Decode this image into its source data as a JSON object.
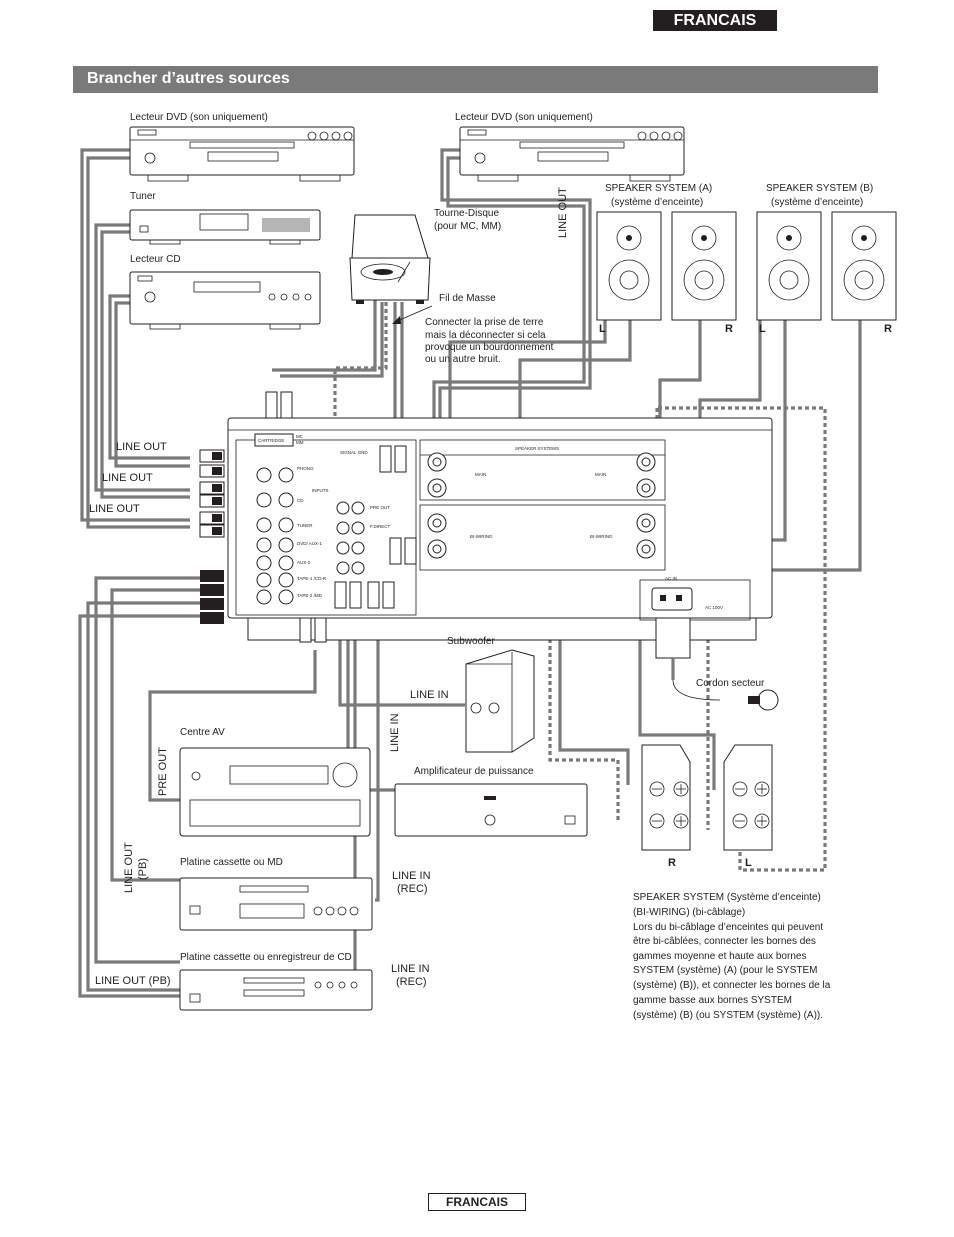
{
  "header": {
    "language_tab": "FRANCAIS"
  },
  "section": {
    "title": "Brancher d’autres sources"
  },
  "footer": {
    "language": "FRANCAIS"
  },
  "devices": {
    "dvd_left": "Lecteur DVD (son uniquement)",
    "dvd_right": "Lecteur DVD (son uniquement)",
    "tuner": "Tuner",
    "cd": "Lecteur CD",
    "turntable_line1": "Tourne-Disque",
    "turntable_line2": "(pour MC, MM)",
    "ground_wire": "Fil de Masse",
    "ground_note": [
      "Connecter la prise de terre",
      "mais la déconnecter si cela",
      "provoque un bourdonnement",
      "ou un autre bruit."
    ],
    "speaker_a_line1": "SPEAKER SYSTEM (A)",
    "speaker_a_line2": "(système d’enceinte)",
    "speaker_b_line1": "SPEAKER SYSTEM (B)",
    "speaker_b_line2": "(système d’enceinte)",
    "subwoofer": "Subwoofer",
    "power_cord": "Cordon secteur",
    "av_center": "Centre AV",
    "power_amp": "Amplificateur de puissance",
    "cassette_md": "Platine cassette ou MD",
    "cassette_cd": "Platine cassette ou enregistreur de CD"
  },
  "connections": {
    "line_out": "LINE OUT",
    "line_in": "LINE IN",
    "pre_out": "PRE OUT",
    "line_out_pb_l1": "LINE OUT",
    "line_out_pb_l2": "(PB)",
    "line_in_rec_l1": "LINE IN",
    "line_in_rec_l2": "(REC)",
    "line_out_pb": "LINE OUT (PB)",
    "left": "L",
    "right": "R"
  },
  "amp_panel": {
    "speaker_systems": "SPEAKER SYSTEMS",
    "main": "MAIN",
    "biwiring": "BI-WIRING",
    "ac_in": "AC IN",
    "voltage": "AC 100V",
    "phono": "PHONO",
    "cd": "CD",
    "tuner": "TUNER",
    "dvd_aux1": "DVD/ AUX-1",
    "aux2": "AUX-2",
    "tape1": "TAPE-1 /CD-R",
    "tape2": "TAPE-2 /MD",
    "pre_out": "PRE OUT",
    "f_direct": "F.DIRECT",
    "inputs": "INPUTS",
    "signal_gnd": "SIGNAL GND",
    "cartridge": "CARTRIDGE",
    "mc": "MC",
    "mm": "MM"
  },
  "notes": {
    "biwiring_title": "SPEAKER SYSTEM (Système d’enceinte)",
    "biwiring_lines": [
      "(BI-WIRING) (bi-câblage)",
      "Lors du bi-câblage d’enceintes qui peuvent",
      "être bi-câblées, connecter les bornes des",
      "gammes moyenne et haute aux bornes",
      "SYSTEM (système) (A) (pour le SYSTEM",
      "(système) (B)), et connecter les bornes de la",
      "gamme basse aux bornes SYSTEM",
      "(système) (B) (ou SYSTEM (système) (A))."
    ]
  }
}
